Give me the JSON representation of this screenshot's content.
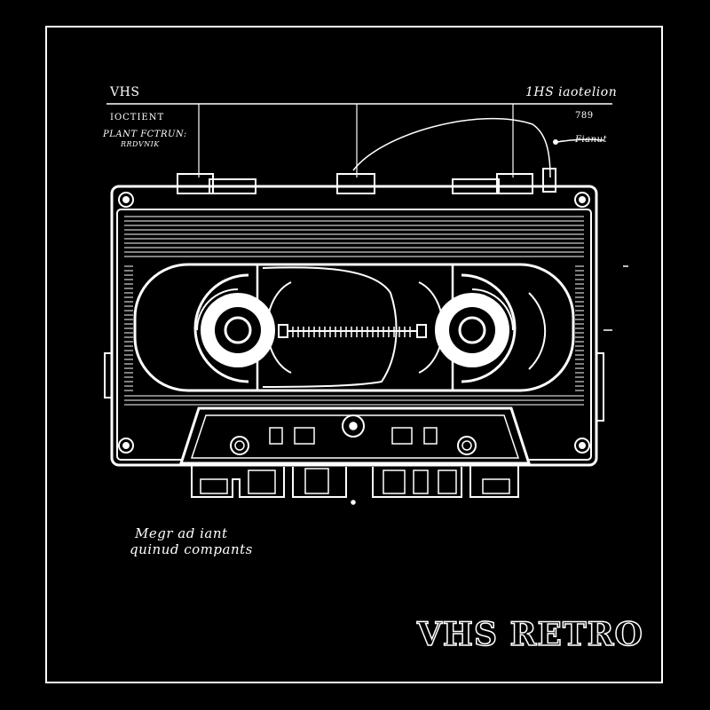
{
  "poster": {
    "title": "VHS RETRO",
    "colors": {
      "background": "#000000",
      "line": "#ffffff"
    }
  },
  "annotations": {
    "top_left": "VHS",
    "section": "IOCTIENT",
    "plant": "PLANT  FCTRUN:",
    "plant_sub": "RRDVNIK",
    "top_right": "1HS iaotelion",
    "number": "789",
    "right_note": "Fianut",
    "caption_line1": "Megr ad iant",
    "caption_line2": "quinud compants"
  },
  "icons": {
    "cassette": "vhs-cassette-blueprint-icon"
  }
}
